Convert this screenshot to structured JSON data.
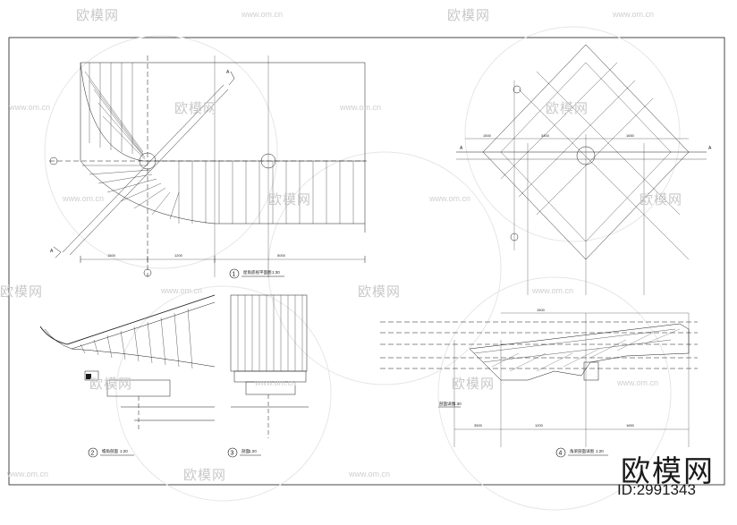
{
  "watermark": {
    "brand_cn": "欧模网",
    "url": "www.om.cn",
    "id_text": "ID:2991343"
  },
  "drawings": [
    {
      "id": "1",
      "title": "屋角底视平面图",
      "scale": "1:30"
    },
    {
      "id": "2",
      "title": "檐角剖面",
      "scale": "1:20"
    },
    {
      "id": "3",
      "title": "剖面",
      "scale": "1:20"
    },
    {
      "id": "4",
      "title": "角梁剖面详图",
      "scale": "1:20"
    }
  ],
  "detail_label": {
    "text": "剖面详图",
    "scale": "1:30"
  },
  "section_marks": {
    "a": "A"
  },
  "dims": {
    "d1": "1500",
    "d2": "1200",
    "d3": "5000",
    "d4": "3500",
    "d5": "1500",
    "d6": "3400",
    "d7": "1650",
    "d8": "1650"
  },
  "colors": {
    "line": "#1a1a1a",
    "watermark": "#c9c9c9",
    "paper": "#ffffff"
  }
}
